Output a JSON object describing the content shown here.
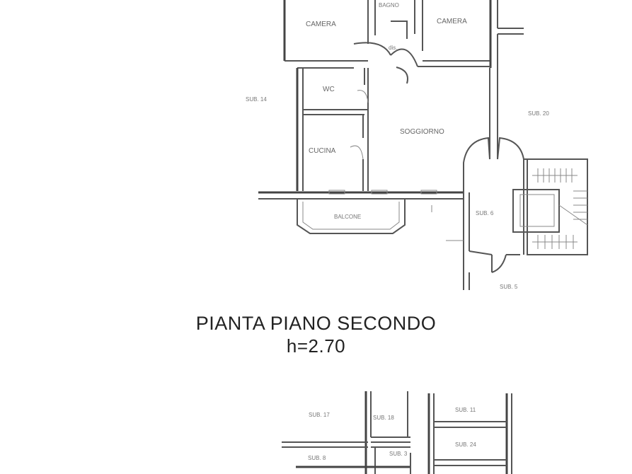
{
  "plan": {
    "title": "PIANTA PIANO SECONDO",
    "height_note": "h=2.70"
  },
  "rooms": {
    "camera_left": "CAMERA",
    "bagno": "BAGNO",
    "camera_right": "CAMERA",
    "disimpegno": "dis.",
    "wc": "WC",
    "soggiorno": "SOGGIORNO",
    "cucina": "CUCINA",
    "balcone": "BALCONE",
    "scala": "SUB. 6"
  },
  "subs": {
    "left": "SUB. 14",
    "right": "SUB. 20",
    "bottom_stair": "SUB. 5",
    "lower_1": "SUB. 17",
    "lower_2": "SUB. 18",
    "lower_3": "SUB. 11",
    "lower_4": "SUB. 8",
    "lower_5": "SUB. 3",
    "lower_6": "SUB. 24"
  }
}
